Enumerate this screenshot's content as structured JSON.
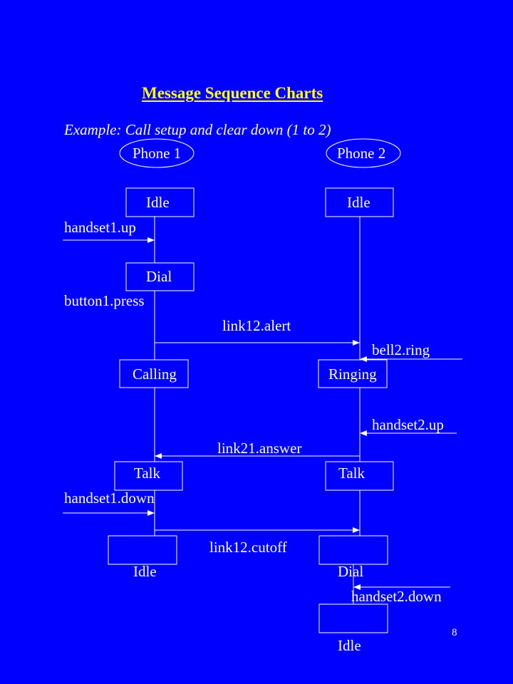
{
  "slide": {
    "title": "Message Sequence Charts",
    "subtitle": "Example: Call setup and clear down (1 to 2)",
    "page_number": "8",
    "colors": {
      "background": "#0000FF",
      "title": "#FFFF00",
      "foreground": "#FFFFFF"
    }
  },
  "lifelines": {
    "phone1": "Phone 1",
    "phone2": "Phone 2"
  },
  "states": {
    "p1_idle": "Idle",
    "p2_idle": "Idle",
    "p1_dial": "Dial",
    "p1_calling": "Calling",
    "p2_ringing": "Ringing",
    "p1_talk": "Talk",
    "p2_talk": "Talk",
    "p1_idle_end": "Idle",
    "p2_dial": "Dial",
    "p2_idle_end": "Idle"
  },
  "messages": {
    "handset1_up": "handset1.up",
    "button1_press": "button1.press",
    "link12_alert": "link12.alert",
    "bell2_ring": "bell2.ring",
    "handset2_up": "handset2.up",
    "link21_answer": "link21.answer",
    "handset1_down": "handset1.down",
    "link12_cutoff": "link12.cutoff",
    "handset2_down": "handset2.down"
  }
}
